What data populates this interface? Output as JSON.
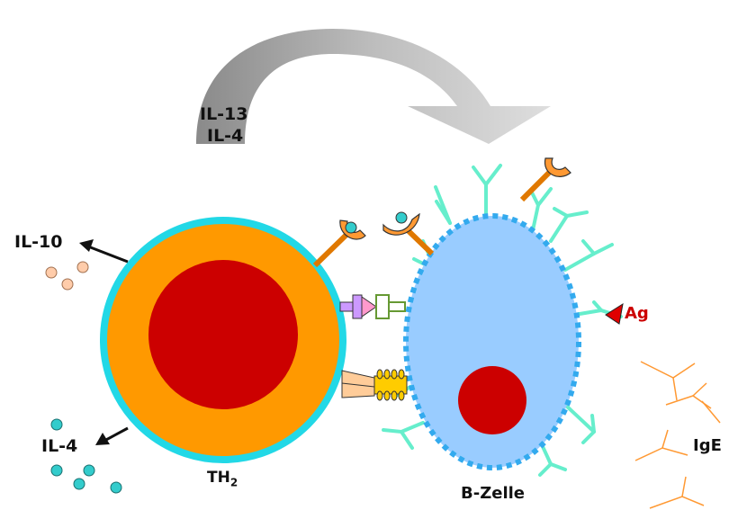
{
  "diagram": {
    "arrow_labels": {
      "il13": "IL-13",
      "il4": "IL-4"
    },
    "th2_cell": {
      "label": "TH",
      "subscript": "2"
    },
    "b_cell": {
      "label": "B-Zelle"
    },
    "secreted": {
      "il10": "IL-10",
      "il4": "IL-4"
    },
    "antigen_label": "Ag",
    "antibody_label": "IgE"
  },
  "colors": {
    "arrow_gray": "#b0b0b0",
    "th2_border": "#22d8e6",
    "th2_cytoplasm": "#ff9900",
    "nucleus": "#cc0000",
    "b_cell_fill": "#99ccff",
    "b_cell_border": "#33aaee",
    "bcr_green": "#66eecc",
    "il10_dot": "#ffccaa",
    "il4_dot": "#33cccc",
    "antigen_red": "#ff0000",
    "ige_orange": "#ff9933"
  }
}
